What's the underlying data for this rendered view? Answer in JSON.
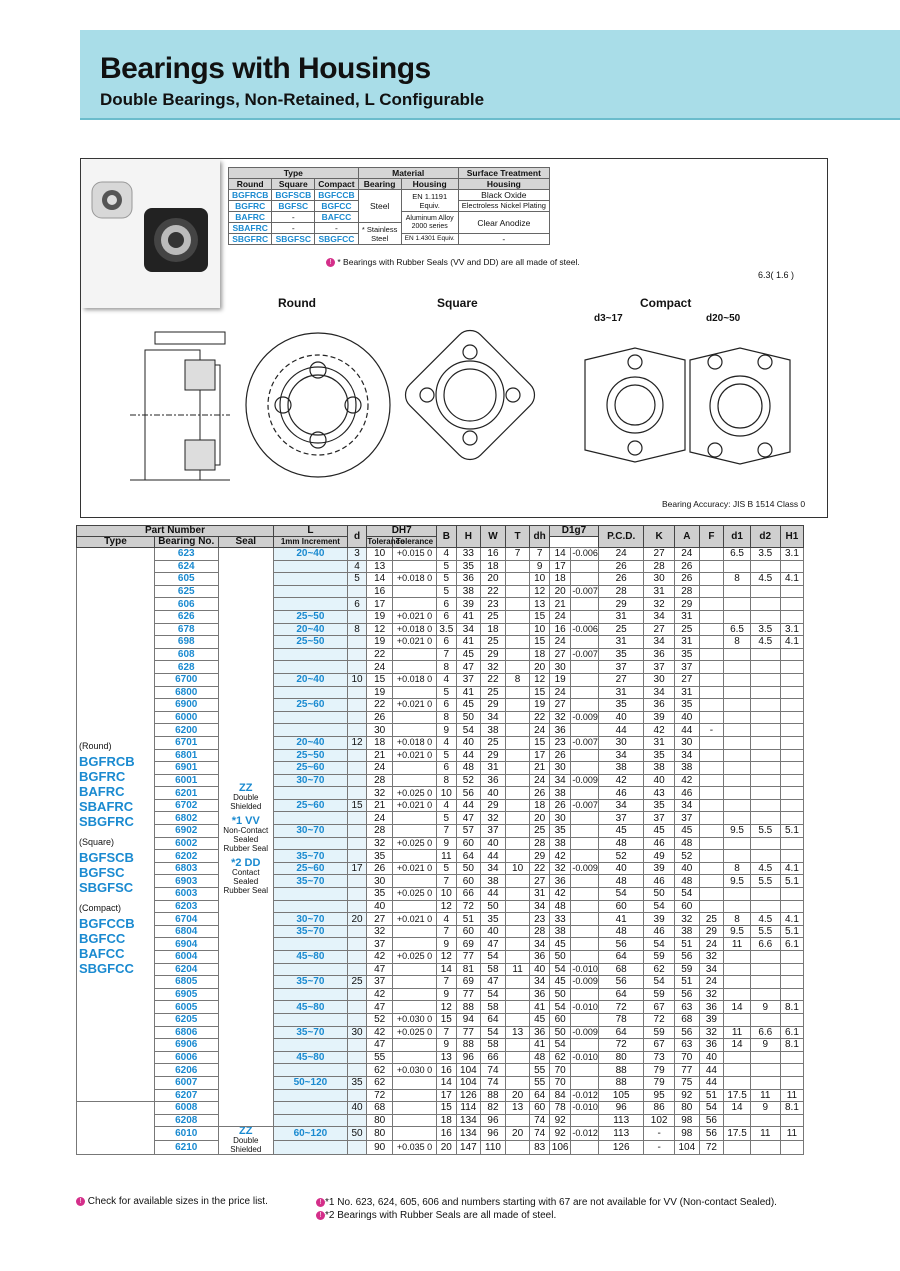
{
  "header": {
    "title": "Bearings with Housings",
    "subtitle": "Double Bearings, Non-Retained, L Configurable"
  },
  "mat": {
    "h_type": "Type",
    "h_material": "Material",
    "h_surface": "Surface Treatment",
    "h_round": "Round",
    "h_square": "Square",
    "h_compact": "Compact",
    "h_bearing": "Bearing",
    "h_housing": "Housing",
    "h_housing2": "Housing",
    "rows": [
      [
        "BGFRCB",
        "BGFSCB",
        "BGFCCB"
      ],
      [
        "BGFRC",
        "BGFSC",
        "BGFCC"
      ],
      [
        "BAFRC",
        "-",
        "BAFCC"
      ],
      [
        "SBAFRC",
        "-",
        "-"
      ],
      [
        "SBGFRC",
        "SBGFSC",
        "SBGFCC"
      ]
    ],
    "steel": "Steel",
    "stainless": "* Stainless Steel",
    "en1191": "EN 1.1191 Equiv.",
    "alu": "Aluminum Alloy 2000 series",
    "en4301": "EN 1.4301 Equiv.",
    "black_oxide": "Black Oxide",
    "eln": "Electroless Nickel Plating",
    "clear": "Clear Anodize",
    "dash": "-",
    "note": "* Bearings with Rubber Seals (VV and DD) are all made of steel."
  },
  "labels": {
    "round": "Round",
    "square": "Square",
    "compact": "Compact",
    "d317": "d3~17",
    "d2050": "d20~50",
    "accuracy": "Bearing Accuracy: JIS B 1514 Class 0",
    "rough": "6.3( 1.6 )"
  },
  "table": {
    "h_part": "Part Number",
    "h_type": "Type",
    "h_bno": "Bearing No.",
    "h_seal": "Seal",
    "h_L": "L",
    "h_Linc": "1mm Increment",
    "h_d": "d",
    "h_D": "DH7",
    "h_tol": "Tolerance",
    "h_B": "B",
    "h_H": "H",
    "h_W": "W",
    "h_T": "T",
    "h_dh": "dh",
    "h_D1": "D1g7",
    "h_tol2": "Tolerance",
    "h_pcd": "P.C.D.",
    "h_K": "K",
    "h_A": "A",
    "h_F": "F",
    "h_d1": "d1",
    "h_d2": "d2",
    "h_H1": "H1",
    "types": [
      "(Round)",
      "BGFRCB",
      "BGFRC",
      "BAFRC",
      "SBAFRC",
      "SBGFRC",
      "(Square)",
      "BGFSCB",
      "BGFSC",
      "SBGFSC",
      "(Compact)",
      "BGFCCB",
      "BGFCC",
      "BAFCC",
      "SBGFCC"
    ],
    "seal1": [
      "ZZ",
      "Double",
      "Shielded",
      "*1 VV",
      "Non-Contact",
      "Sealed",
      "Rubber Seal",
      "*2 DD",
      "Contact",
      "Sealed",
      "Rubber Seal"
    ],
    "seal2": [
      "ZZ",
      "Double Shielded"
    ],
    "rows": [
      [
        "623",
        "20~40",
        "3",
        "10",
        "+0.015 0",
        "4",
        "33",
        "16",
        "7",
        "7",
        "14",
        "-0.006 -0.024",
        "24",
        "27",
        "24",
        "",
        "6.5",
        "3.5",
        "3.1"
      ],
      [
        "624",
        "",
        "4",
        "13",
        "",
        "5",
        "35",
        "18",
        "",
        "9",
        "17",
        "",
        "26",
        "28",
        "26",
        "",
        "",
        "",
        ""
      ],
      [
        "605",
        "",
        "5",
        "14",
        "+0.018 0",
        "5",
        "36",
        "20",
        "",
        "10",
        "18",
        "",
        "26",
        "30",
        "26",
        "",
        "8",
        "4.5",
        "4.1"
      ],
      [
        "625",
        "",
        "",
        "16",
        "",
        "5",
        "38",
        "22",
        "",
        "12",
        "20",
        "-0.007 -0.028",
        "28",
        "31",
        "28",
        "",
        "",
        "",
        ""
      ],
      [
        "606",
        "",
        "6",
        "17",
        "",
        "6",
        "39",
        "23",
        "",
        "13",
        "21",
        "",
        "29",
        "32",
        "29",
        "",
        "",
        "",
        ""
      ],
      [
        "626",
        "25~50",
        "",
        "19",
        "+0.021 0",
        "6",
        "41",
        "25",
        "",
        "15",
        "24",
        "",
        "31",
        "34",
        "31",
        "",
        "",
        "",
        ""
      ],
      [
        "678",
        "20~40",
        "8",
        "12",
        "+0.018 0",
        "3.5",
        "34",
        "18",
        "",
        "10",
        "16",
        "-0.006 -0.024",
        "25",
        "27",
        "25",
        "",
        "6.5",
        "3.5",
        "3.1"
      ],
      [
        "698",
        "25~50",
        "",
        "19",
        "+0.021 0",
        "6",
        "41",
        "25",
        "",
        "15",
        "24",
        "",
        "31",
        "34",
        "31",
        "",
        "8",
        "4.5",
        "4.1"
      ],
      [
        "608",
        "",
        "",
        "22",
        "",
        "7",
        "45",
        "29",
        "",
        "18",
        "27",
        "-0.007 -0.028",
        "35",
        "36",
        "35",
        "",
        "",
        "",
        ""
      ],
      [
        "628",
        "",
        "",
        "24",
        "",
        "8",
        "47",
        "32",
        "",
        "20",
        "30",
        "",
        "37",
        "37",
        "37",
        "",
        "",
        "",
        ""
      ],
      [
        "6700",
        "20~40",
        "10",
        "15",
        "+0.018 0",
        "4",
        "37",
        "22",
        "8",
        "12",
        "19",
        "",
        "27",
        "30",
        "27",
        "",
        "",
        "",
        ""
      ],
      [
        "6800",
        "",
        "",
        "19",
        "",
        "5",
        "41",
        "25",
        "",
        "15",
        "24",
        "",
        "31",
        "34",
        "31",
        "",
        "",
        "",
        ""
      ],
      [
        "6900",
        "25~60",
        "",
        "22",
        "+0.021 0",
        "6",
        "45",
        "29",
        "",
        "19",
        "27",
        "",
        "35",
        "36",
        "35",
        "",
        "",
        "",
        ""
      ],
      [
        "6000",
        "",
        "",
        "26",
        "",
        "8",
        "50",
        "34",
        "",
        "22",
        "32",
        "-0.009 -0.034",
        "40",
        "39",
        "40",
        "",
        "",
        "",
        ""
      ],
      [
        "6200",
        "",
        "",
        "30",
        "",
        "9",
        "54",
        "38",
        "",
        "24",
        "36",
        "",
        "44",
        "42",
        "44",
        "-",
        "",
        "",
        ""
      ],
      [
        "6701",
        "20~40",
        "12",
        "18",
        "+0.018 0",
        "4",
        "40",
        "25",
        "",
        "15",
        "23",
        "-0.007 -0.028",
        "30",
        "31",
        "30",
        "",
        "",
        "",
        ""
      ],
      [
        "6801",
        "25~50",
        "",
        "21",
        "+0.021 0",
        "5",
        "44",
        "29",
        "",
        "17",
        "26",
        "",
        "34",
        "35",
        "34",
        "",
        "",
        "",
        ""
      ],
      [
        "6901",
        "25~60",
        "",
        "24",
        "",
        "6",
        "48",
        "31",
        "",
        "21",
        "30",
        "",
        "38",
        "38",
        "38",
        "",
        "",
        "",
        ""
      ],
      [
        "6001",
        "30~70",
        "",
        "28",
        "",
        "8",
        "52",
        "36",
        "",
        "24",
        "34",
        "-0.009 -0.034",
        "42",
        "40",
        "42",
        "",
        "",
        "",
        ""
      ],
      [
        "6201",
        "",
        "",
        "32",
        "+0.025 0",
        "10",
        "56",
        "40",
        "",
        "26",
        "38",
        "",
        "46",
        "43",
        "46",
        "",
        "",
        "",
        ""
      ],
      [
        "6702",
        "25~60",
        "15",
        "21",
        "+0.021 0",
        "4",
        "44",
        "29",
        "",
        "18",
        "26",
        "-0.007 -0.028",
        "34",
        "35",
        "34",
        "",
        "",
        "",
        ""
      ],
      [
        "6802",
        "",
        "",
        "24",
        "",
        "5",
        "47",
        "32",
        "",
        "20",
        "30",
        "",
        "37",
        "37",
        "37",
        "",
        "",
        "",
        ""
      ],
      [
        "6902",
        "30~70",
        "",
        "28",
        "",
        "7",
        "57",
        "37",
        "",
        "25",
        "35",
        "",
        "45",
        "45",
        "45",
        "",
        "9.5",
        "5.5",
        "5.1"
      ],
      [
        "6002",
        "",
        "",
        "32",
        "+0.025 0",
        "9",
        "60",
        "40",
        "",
        "28",
        "38",
        "",
        "48",
        "46",
        "48",
        "",
        "",
        "",
        ""
      ],
      [
        "6202",
        "35~70",
        "",
        "35",
        "",
        "11",
        "64",
        "44",
        "",
        "29",
        "42",
        "",
        "52",
        "49",
        "52",
        "",
        "",
        "",
        ""
      ],
      [
        "6803",
        "25~60",
        "17",
        "26",
        "+0.021 0",
        "5",
        "50",
        "34",
        "10",
        "22",
        "32",
        "-0.009 -0.034",
        "40",
        "39",
        "40",
        "",
        "8",
        "4.5",
        "4.1"
      ],
      [
        "6903",
        "35~70",
        "",
        "30",
        "",
        "7",
        "60",
        "38",
        "",
        "27",
        "36",
        "",
        "48",
        "46",
        "48",
        "",
        "9.5",
        "5.5",
        "5.1"
      ],
      [
        "6003",
        "",
        "",
        "35",
        "+0.025 0",
        "10",
        "66",
        "44",
        "",
        "31",
        "42",
        "",
        "54",
        "50",
        "54",
        "",
        "",
        "",
        ""
      ],
      [
        "6203",
        "",
        "",
        "40",
        "",
        "12",
        "72",
        "50",
        "",
        "34",
        "48",
        "",
        "60",
        "54",
        "60",
        "",
        "",
        "",
        ""
      ],
      [
        "6704",
        "30~70",
        "20",
        "27",
        "+0.021 0",
        "4",
        "51",
        "35",
        "",
        "23",
        "33",
        "",
        "41",
        "39",
        "32",
        "25",
        "8",
        "4.5",
        "4.1"
      ],
      [
        "6804",
        "35~70",
        "",
        "32",
        "",
        "7",
        "60",
        "40",
        "",
        "28",
        "38",
        "",
        "48",
        "46",
        "38",
        "29",
        "9.5",
        "5.5",
        "5.1"
      ],
      [
        "6904",
        "",
        "",
        "37",
        "",
        "9",
        "69",
        "47",
        "",
        "34",
        "45",
        "",
        "56",
        "54",
        "51",
        "24",
        "11",
        "6.6",
        "6.1"
      ],
      [
        "6004",
        "45~80",
        "",
        "42",
        "+0.025 0",
        "12",
        "77",
        "54",
        "",
        "36",
        "50",
        "",
        "64",
        "59",
        "56",
        "32",
        "",
        "",
        ""
      ],
      [
        "6204",
        "",
        "",
        "47",
        "",
        "14",
        "81",
        "58",
        "11",
        "40",
        "54",
        "-0.010 -0.040",
        "68",
        "62",
        "59",
        "34",
        "",
        "",
        ""
      ],
      [
        "6805",
        "35~70",
        "25",
        "37",
        "",
        "7",
        "69",
        "47",
        "",
        "34",
        "45",
        "-0.009 -0.034",
        "56",
        "54",
        "51",
        "24",
        "",
        "",
        ""
      ],
      [
        "6905",
        "",
        "",
        "42",
        "",
        "9",
        "77",
        "54",
        "",
        "36",
        "50",
        "",
        "64",
        "59",
        "56",
        "32",
        "",
        "",
        ""
      ],
      [
        "6005",
        "45~80",
        "",
        "47",
        "",
        "12",
        "88",
        "58",
        "",
        "41",
        "54",
        "-0.010 -0.040",
        "72",
        "67",
        "63",
        "36",
        "14",
        "9",
        "8.1"
      ],
      [
        "6205",
        "",
        "",
        "52",
        "+0.030 0",
        "15",
        "94",
        "64",
        "",
        "45",
        "60",
        "",
        "78",
        "72",
        "68",
        "39",
        "",
        "",
        ""
      ],
      [
        "6806",
        "35~70",
        "30",
        "42",
        "+0.025 0",
        "7",
        "77",
        "54",
        "13",
        "36",
        "50",
        "-0.009 -0.034",
        "64",
        "59",
        "56",
        "32",
        "11",
        "6.6",
        "6.1"
      ],
      [
        "6906",
        "",
        "",
        "47",
        "",
        "9",
        "88",
        "58",
        "",
        "41",
        "54",
        "",
        "72",
        "67",
        "63",
        "36",
        "14",
        "9",
        "8.1"
      ],
      [
        "6006",
        "45~80",
        "",
        "55",
        "",
        "13",
        "96",
        "66",
        "",
        "48",
        "62",
        "-0.010 -0.040",
        "80",
        "73",
        "70",
        "40",
        "",
        "",
        ""
      ],
      [
        "6206",
        "",
        "",
        "62",
        "+0.030 0",
        "16",
        "104",
        "74",
        "",
        "55",
        "70",
        "",
        "88",
        "79",
        "77",
        "44",
        "",
        "",
        ""
      ],
      [
        "6007",
        "50~120",
        "35",
        "62",
        "",
        "14",
        "104",
        "74",
        "",
        "55",
        "70",
        "",
        "88",
        "79",
        "75",
        "44",
        "",
        "",
        ""
      ],
      [
        "6207",
        "",
        "",
        "72",
        "",
        "17",
        "126",
        "88",
        "20",
        "64",
        "84",
        "-0.012 -0.047",
        "105",
        "95",
        "92",
        "51",
        "17.5",
        "11",
        "11"
      ],
      [
        "6008",
        "",
        "40",
        "68",
        "",
        "15",
        "114",
        "82",
        "13",
        "60",
        "78",
        "-0.010 -0.040",
        "96",
        "86",
        "80",
        "54",
        "14",
        "9",
        "8.1"
      ],
      [
        "6208",
        "",
        "",
        "80",
        "",
        "18",
        "134",
        "96",
        "",
        "74",
        "92",
        "",
        "113",
        "102",
        "98",
        "56",
        "",
        "",
        ""
      ],
      [
        "6010",
        "60~120",
        "50",
        "80",
        "",
        "16",
        "134",
        "96",
        "20",
        "74",
        "92",
        "-0.012 -0.047",
        "113",
        "-",
        "98",
        "56",
        "17.5",
        "11",
        "11"
      ],
      [
        "6210",
        "",
        "",
        "90",
        "+0.035 0",
        "20",
        "147",
        "110",
        "",
        "83",
        "106",
        "",
        "126",
        "-",
        "104",
        "72",
        "",
        "",
        ""
      ]
    ]
  },
  "footer": {
    "left": "Check for available sizes in the price list.",
    "right1": "*1 No. 623, 624, 605, 606 and numbers starting with 67 are not available for VV (Non-contact Sealed).",
    "right2": "*2 Bearings with Rubber Seals are all made of steel."
  }
}
